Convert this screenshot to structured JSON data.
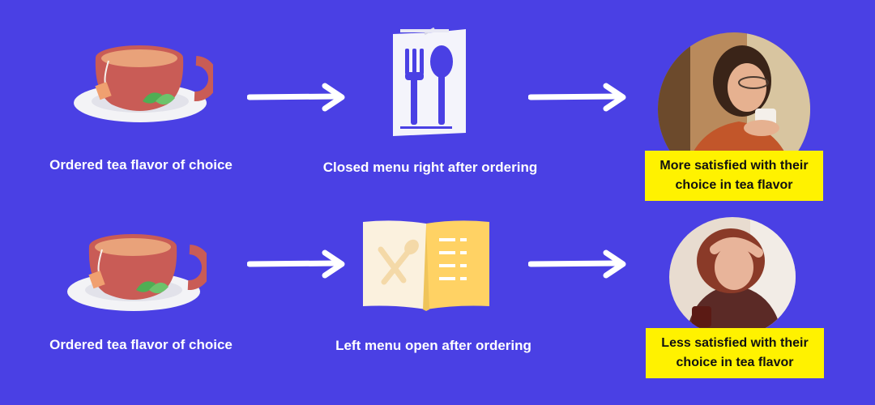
{
  "colors": {
    "background": "#4a40e4",
    "highlight": "#fff200",
    "cup": "#c95c56",
    "tea": "#e9a27a",
    "saucer": "#f3f3f6",
    "leaf": "#4fae54",
    "menu_open_left": "#fbf1de",
    "menu_open_right": "#ffd264"
  },
  "rows": [
    {
      "start_label": "Ordered tea flavor of choice",
      "middle_label": "Closed menu right after ordering",
      "result_lines": [
        "More satisfied with their",
        "choice in tea flavor"
      ],
      "middle_icon": "closed-menu-icon",
      "photo": "smiling-woman-with-cup"
    },
    {
      "start_label": "Ordered tea flavor of choice",
      "middle_label": "Left menu open after ordering",
      "result_lines": [
        "Less satisfied with their",
        "choice in tea flavor"
      ],
      "middle_icon": "open-menu-icon",
      "photo": "tired-woman-with-cup"
    }
  ]
}
